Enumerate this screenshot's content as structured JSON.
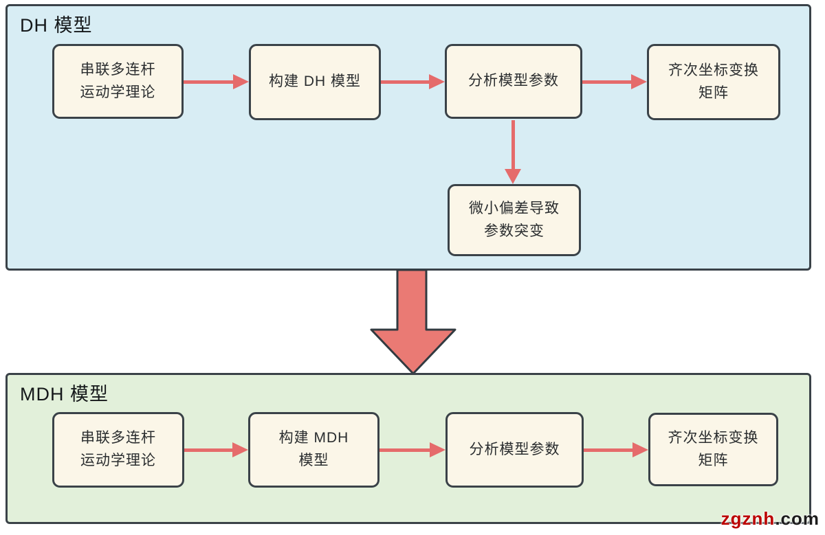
{
  "sections": [
    {
      "title": "DH 模型",
      "nodes": [
        "串联多连杆\n运动学理论",
        "构建 DH 模型",
        "分析模型参数",
        "齐次坐标变换\n矩阵",
        "微小偏差导致\n参数突变"
      ]
    },
    {
      "title": "MDH 模型",
      "nodes": [
        "串联多连杆\n运动学理论",
        "构建 MDH\n模型",
        "分析模型参数",
        "齐次坐标变换\n矩阵"
      ]
    }
  ],
  "watermark": {
    "brand": "zgznh",
    "suffix": ".com"
  },
  "colors": {
    "dh_panel_bg": "#d8edf4",
    "mdh_panel_bg": "#e2f0da",
    "node_bg": "#fbf6e8",
    "outline": "#3a4248",
    "arrow": "#e56b6b",
    "big_arrow_fill": "#ea7a74",
    "watermark_red": "#bb0300"
  }
}
